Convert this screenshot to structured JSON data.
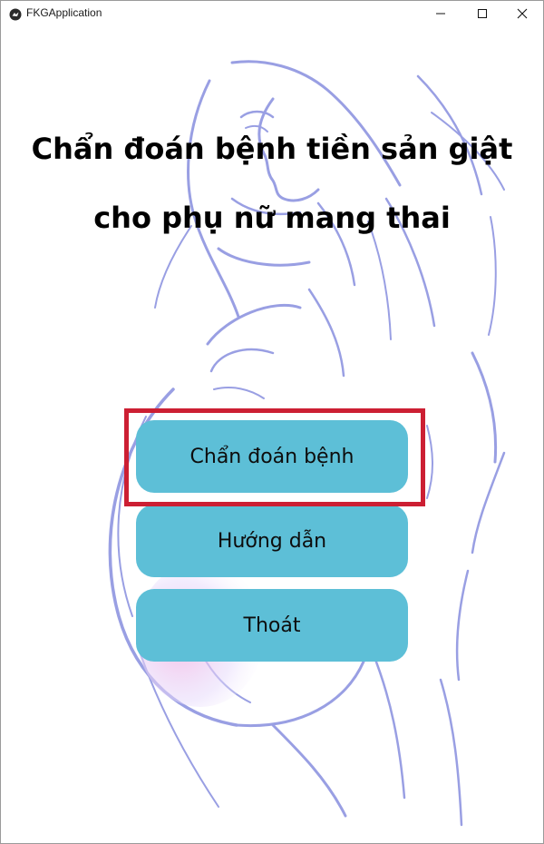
{
  "window": {
    "title": "FKGApplication",
    "controls": {
      "minimize_icon": "minimize-icon",
      "maximize_icon": "maximize-icon",
      "close_icon": "close-icon"
    }
  },
  "main": {
    "heading_line1": "Chẩn đoán bệnh tiền sản giật",
    "heading_line2": "cho phụ nữ mang thai",
    "buttons": [
      {
        "label": "Chẩn đoán bệnh"
      },
      {
        "label": "Hướng dẫn"
      },
      {
        "label": "Thoát"
      }
    ]
  },
  "colors": {
    "button_fill": "#5dbfd7",
    "highlight_border": "#cc1f33",
    "illustration_stroke": "#8f95e0",
    "belly_tint": "#f0a6d8"
  },
  "icons": {
    "app": "kivy-logo-icon",
    "background": "pregnant-woman-illustration"
  }
}
